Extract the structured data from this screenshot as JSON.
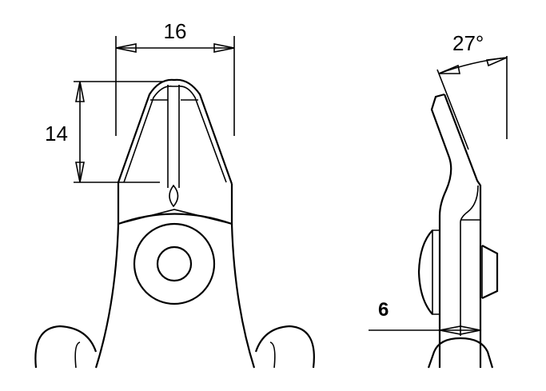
{
  "diagram": {
    "front_view": {
      "width_dimension": "16",
      "height_dimension": "14"
    },
    "side_view": {
      "angle_dimension": "27°",
      "thickness_dimension": "6"
    }
  }
}
